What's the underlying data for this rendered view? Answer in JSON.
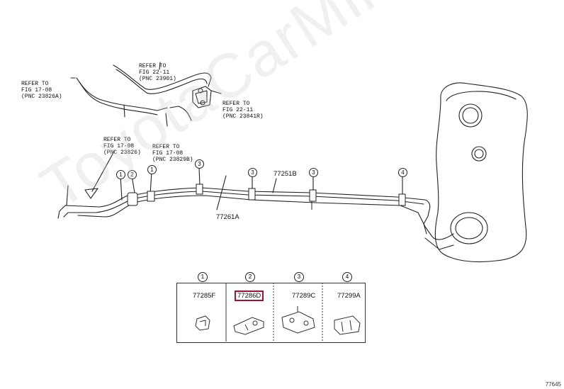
{
  "watermark": "ToyotaCarMine.ru",
  "figure_id": "77645",
  "refs": [
    {
      "line1": "REFER TO",
      "line2": "FIG 22-11",
      "line3": "(PNC 23901)"
    },
    {
      "line1": "REFER TO",
      "line2": "FIG 17-08",
      "line3": "(PNC 23826A)"
    },
    {
      "line1": "REFER TO",
      "line2": "FIG 22-11",
      "line3": "(PNC 23841R)"
    },
    {
      "line1": "REFER TO",
      "line2": "FIG 17-08",
      "line3": "(PNC 23826)"
    },
    {
      "line1": "REFER TO",
      "line2": "FIG 17-08",
      "line3": "(PNC 23829B)"
    }
  ],
  "parts": {
    "tube_upper": "77251B",
    "tube_lower": "77261A"
  },
  "callouts": [
    "1",
    "2",
    "1",
    "3",
    "3",
    "3",
    "4"
  ],
  "legend": [
    {
      "num": "1",
      "part": "77285F",
      "highlighted": false
    },
    {
      "num": "2",
      "part": "77286D",
      "highlighted": true
    },
    {
      "num": "3",
      "part": "77289C",
      "highlighted": false
    },
    {
      "num": "4",
      "part": "77299A",
      "highlighted": false
    }
  ],
  "colors": {
    "highlight": "#9b1438",
    "line": "#222222"
  }
}
